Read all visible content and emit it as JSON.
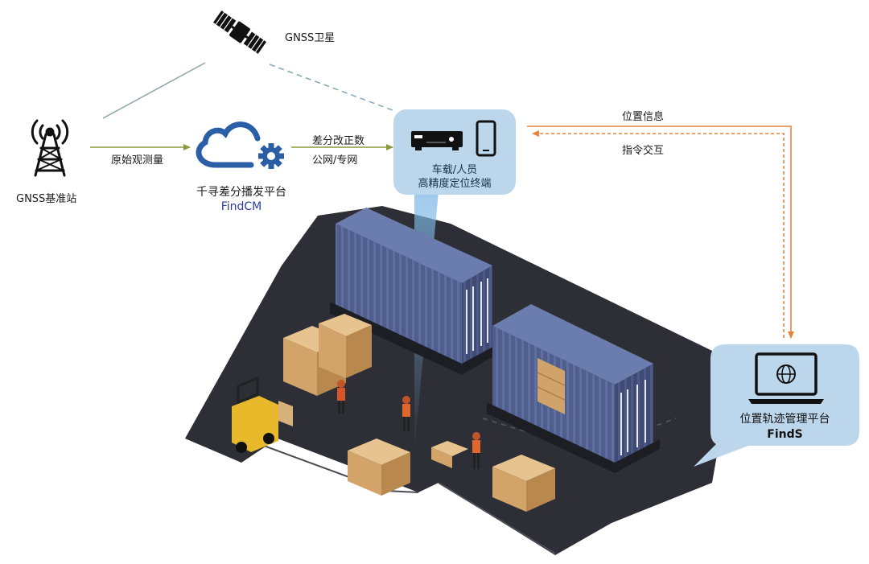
{
  "nodes": {
    "satellite": {
      "label": "GNSS卫星",
      "icon": "satellite-icon"
    },
    "base_station": {
      "label": "GNSS基准站",
      "icon": "radio-tower-icon"
    },
    "platform": {
      "name": "千寻差分播发平台",
      "code": "FindCM",
      "icon": "cloud-gear-icon"
    },
    "terminal": {
      "line1": "车载/人员",
      "line2": "高精度定位终端",
      "icons": [
        "vehicle-gps-device-icon",
        "smartphone-icon"
      ]
    },
    "management": {
      "name": "位置轨迹管理平台",
      "code": "FindS",
      "icon": "laptop-globe-icon"
    }
  },
  "links": {
    "raw_obs": "原始观测量",
    "correction": "差分改正数",
    "network": "公网/专网",
    "location_info": "位置信息",
    "command": "指令交互"
  },
  "colors": {
    "arrow_green": "#8a9a3c",
    "arrow_orange": "#e8823a",
    "line_satellite": "#8aa6a9",
    "cloud_blue": "#2a5ea6",
    "callout_bg": "#bcd6ec",
    "ground": "#2e2f36",
    "container": "#4c5a86"
  }
}
